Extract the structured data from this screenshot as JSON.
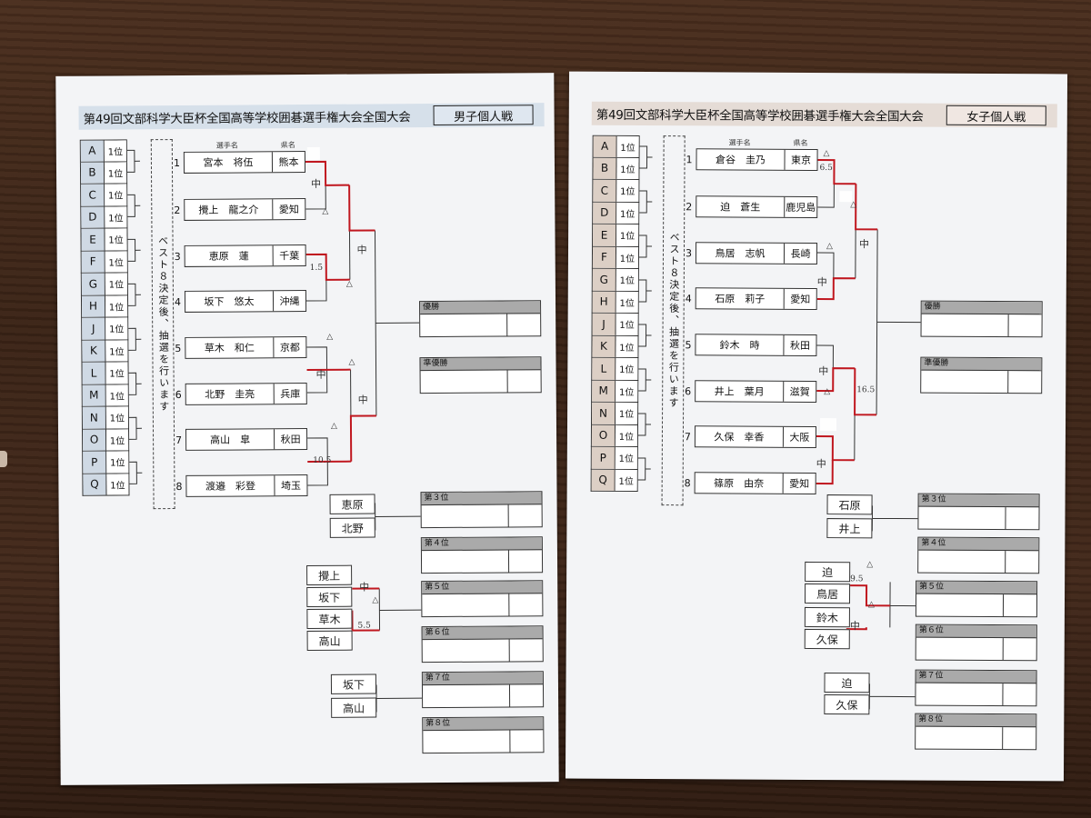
{
  "left_sheet": {
    "title": "第49回文部科学大臣杯全国高等学校囲碁選手権大会全国大会",
    "division": "男子個人戦",
    "col_name": "選手名",
    "col_pref": "県名",
    "letters": [
      "A",
      "B",
      "C",
      "D",
      "E",
      "F",
      "G",
      "H",
      "J",
      "K",
      "L",
      "M",
      "N",
      "O",
      "P",
      "Q"
    ],
    "rank": "1位",
    "vertical_note": "ベスト８決定後、抽選を行います",
    "players": [
      {
        "num": "1",
        "name": "宮本　将伍",
        "pref": "熊本"
      },
      {
        "num": "2",
        "name": "攪上　龍之介",
        "pref": "愛知"
      },
      {
        "num": "3",
        "name": "恵原　蓮",
        "pref": "千葉"
      },
      {
        "num": "4",
        "name": "坂下　悠太",
        "pref": "沖縄"
      },
      {
        "num": "5",
        "name": "草木　和仁",
        "pref": "京都"
      },
      {
        "num": "6",
        "name": "北野　圭亮",
        "pref": "兵庫"
      },
      {
        "num": "7",
        "name": "高山　皐",
        "pref": "秋田"
      },
      {
        "num": "8",
        "name": "渡邉　彩登",
        "pref": "埼玉"
      }
    ],
    "results": {
      "champion": "優勝",
      "runner_up": "準優勝",
      "third": "第３位",
      "fourth": "第４位",
      "fifth": "第５位",
      "sixth": "第６位",
      "seventh": "第７位",
      "eighth": "第８位"
    },
    "hand": {
      "third_a": "恵原",
      "third_b": "北野",
      "fifth_a": "攪上",
      "fifth_b": "坂下",
      "fifth_c": "草木",
      "fifth_d": "高山",
      "seventh_a": "坂下",
      "seventh_b": "高山",
      "naka": "中",
      "m1": "1.5",
      "m2": "10.5",
      "m3": "5.5",
      "tri": "△"
    }
  },
  "right_sheet": {
    "title": "第49回文部科学大臣杯全国高等学校囲碁選手権大会全国大会",
    "division": "女子個人戦",
    "col_name": "選手名",
    "col_pref": "県名",
    "letters": [
      "A",
      "B",
      "C",
      "D",
      "E",
      "F",
      "G",
      "H",
      "J",
      "K",
      "L",
      "M",
      "N",
      "O",
      "P",
      "Q"
    ],
    "rank": "1位",
    "vertical_note": "ベスト８決定後、抽選を行います",
    "players": [
      {
        "num": "1",
        "name": "倉谷　圭乃",
        "pref": "東京"
      },
      {
        "num": "2",
        "name": "迫　蒼生",
        "pref": "鹿児島"
      },
      {
        "num": "3",
        "name": "鳥居　志帆",
        "pref": "長崎"
      },
      {
        "num": "4",
        "name": "石原　莉子",
        "pref": "愛知"
      },
      {
        "num": "5",
        "name": "鈴木　時",
        "pref": "秋田"
      },
      {
        "num": "6",
        "name": "井上　葉月",
        "pref": "滋賀"
      },
      {
        "num": "7",
        "name": "久保　幸香",
        "pref": "大阪"
      },
      {
        "num": "8",
        "name": "篠原　由奈",
        "pref": "愛知"
      }
    ],
    "results": {
      "champion": "優勝",
      "runner_up": "準優勝",
      "third": "第３位",
      "fourth": "第４位",
      "fifth": "第５位",
      "sixth": "第６位",
      "seventh": "第７位",
      "eighth": "第８位"
    },
    "hand": {
      "third_a": "石原",
      "third_b": "井上",
      "fifth_a": "迫",
      "fifth_b": "鳥居",
      "fifth_c": "鈴木",
      "fifth_d": "久保",
      "seventh_a": "迫",
      "seventh_b": "久保",
      "naka": "中",
      "m1": "6.5",
      "m2": "16.5",
      "m3": "9.5",
      "tri": "△"
    }
  }
}
